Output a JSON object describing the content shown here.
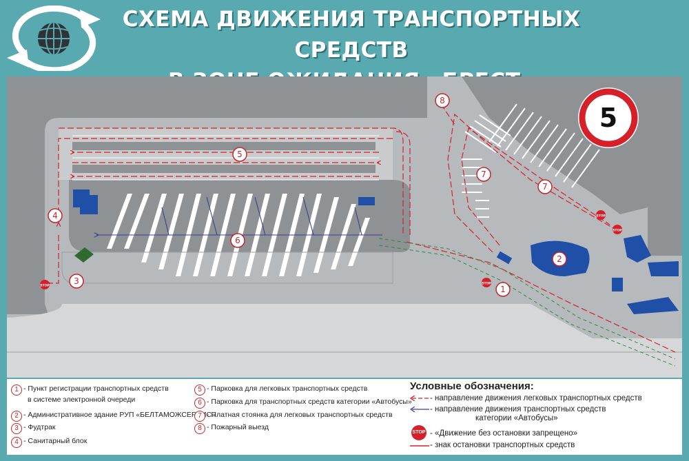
{
  "title": {
    "line1": "СХЕМА ДВИЖЕНИЯ ТРАНСПОРТНЫХ СРЕДСТВ",
    "line2": "В ЗОНЕ ОЖИДАНИЯ «БРЕСТ»"
  },
  "map": {
    "markers": [
      "1",
      "2",
      "3",
      "4",
      "5",
      "6",
      "7",
      "7",
      "8"
    ],
    "speed_limit": "5",
    "stop_label": "STOP"
  },
  "legend": {
    "items": [
      {
        "num": "1",
        "text": "- Пункт регистрации транспортных средств",
        "text2": "в системе электронной очереди"
      },
      {
        "num": "2",
        "text": "- Административное здание РУП «БЕЛТАМОЖСЕРВИС»"
      },
      {
        "num": "3",
        "text": "- Фудтрак"
      },
      {
        "num": "4",
        "text": "- Санитарный блок"
      },
      {
        "num": "5",
        "text": "- Парковка для легковых транспортных средств"
      },
      {
        "num": "6",
        "text": "- Парковка для транспортных средств категории «Автобусы»"
      },
      {
        "num": "7",
        "text": "- Платная стоянка для легковых транспортных средств"
      },
      {
        "num": "8",
        "text": "- Пожарный выезд"
      }
    ],
    "conditions_title": "Условные обозначения:",
    "conditions": [
      {
        "key": "red-arrow",
        "text": "- направление движения легковых транспортных средств"
      },
      {
        "key": "blue-arrow",
        "text": "- направление движения транспортных средств",
        "text2": "категории «Автобусы»"
      },
      {
        "key": "stop-sign",
        "text": "- «Движение без остановки запрещено»"
      },
      {
        "key": "red-line",
        "text": "- знак остановки транспортных средств"
      }
    ]
  },
  "colors": {
    "frame": "#58aab0",
    "asphalt": "#b7babd",
    "grass": "#8f9295",
    "red_route": "#d62029",
    "blue_route": "#3c3f93",
    "building": "#1f4fa6"
  }
}
